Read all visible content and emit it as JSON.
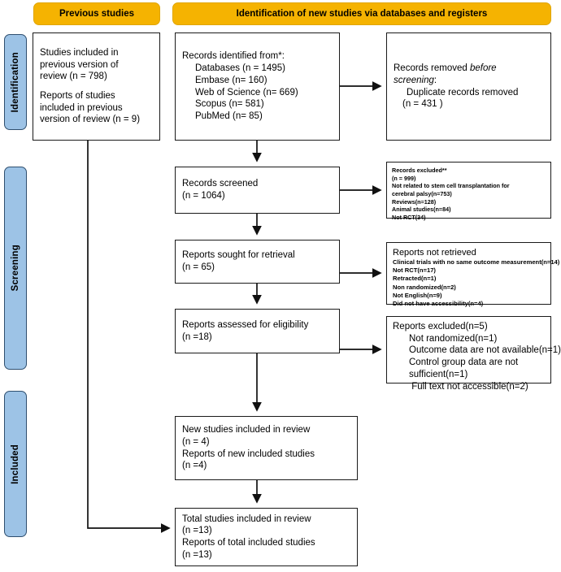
{
  "banners": {
    "previous": "Previous studies",
    "new": "Identification of new studies via databases and registers"
  },
  "stages": {
    "identification": "Identification",
    "screening": "Screening",
    "included": "Included"
  },
  "colors": {
    "banner": "#F5B301",
    "stage": "#9DC3E6",
    "stage_border": "#2F4F6F",
    "box_border": "#1a1a1a",
    "background": "#ffffff"
  },
  "boxes": {
    "previous_studies": {
      "line1": "Studies included in",
      "line2": "previous version of",
      "line3": "review (n = 798)",
      "line4": "Reports of studies",
      "line5": "included in previous",
      "line6": "version of review (n = 9)"
    },
    "records_identified": {
      "header": "Records identified from*:",
      "items": [
        "Databases (n = 1495)",
        "Embase (n= 160)",
        "Web of Science (n= 669)",
        "Scopus (n= 581)",
        "PubMed (n= 85)"
      ]
    },
    "records_removed": {
      "line1": "Records removed ",
      "line1_italic": "before",
      "line2_italic": "screening",
      "line2_tail": ":",
      "line3": "Duplicate records removed",
      "line4": "(n = 431 )"
    },
    "records_screened": {
      "line1": "Records screened",
      "line2": "(n = 1064)"
    },
    "records_excluded": {
      "line1": "Records excluded**",
      "line2": "(n = 999)",
      "line3": "Not related to stem cell transplantation for",
      "line4": "cerebral palsy(n=753)",
      "line5": "Reviews(n=128)",
      "line6": "Animal studies(n=84)",
      "line7": "Not RCT(34)"
    },
    "reports_sought": {
      "line1": "Reports sought for retrieval",
      "line2": "(n = 65)"
    },
    "reports_not_retrieved": {
      "header": "Reports not retrieved",
      "items": [
        "Clinical trials with no same outcome measurement(n=14)",
        "Not RCT(n=17)",
        "Retracted(n=1)",
        "Non randomized(n=2)",
        "Not English(n=9)",
        "Did not have accessibility(n=4)"
      ]
    },
    "reports_assessed": {
      "line1": "Reports assessed for eligibility",
      "line2": "(n =18)"
    },
    "reports_excluded": {
      "header": "Reports excluded(n=5)",
      "items": [
        "Not randomized(n=1)",
        "Outcome data are not available(n=1)",
        "Control group data are not",
        "sufficient(n=1)",
        " Full text not accessible(n=2)"
      ]
    },
    "new_included": {
      "line1": "New studies included in review",
      "line2": "(n = 4)",
      "line3": "Reports of new included studies",
      "line4": "(n =4)"
    },
    "total_included": {
      "line1": "Total studies included in review",
      "line2": "(n =13)",
      "line3": "Reports of total included studies",
      "line4": "(n =13)"
    }
  }
}
